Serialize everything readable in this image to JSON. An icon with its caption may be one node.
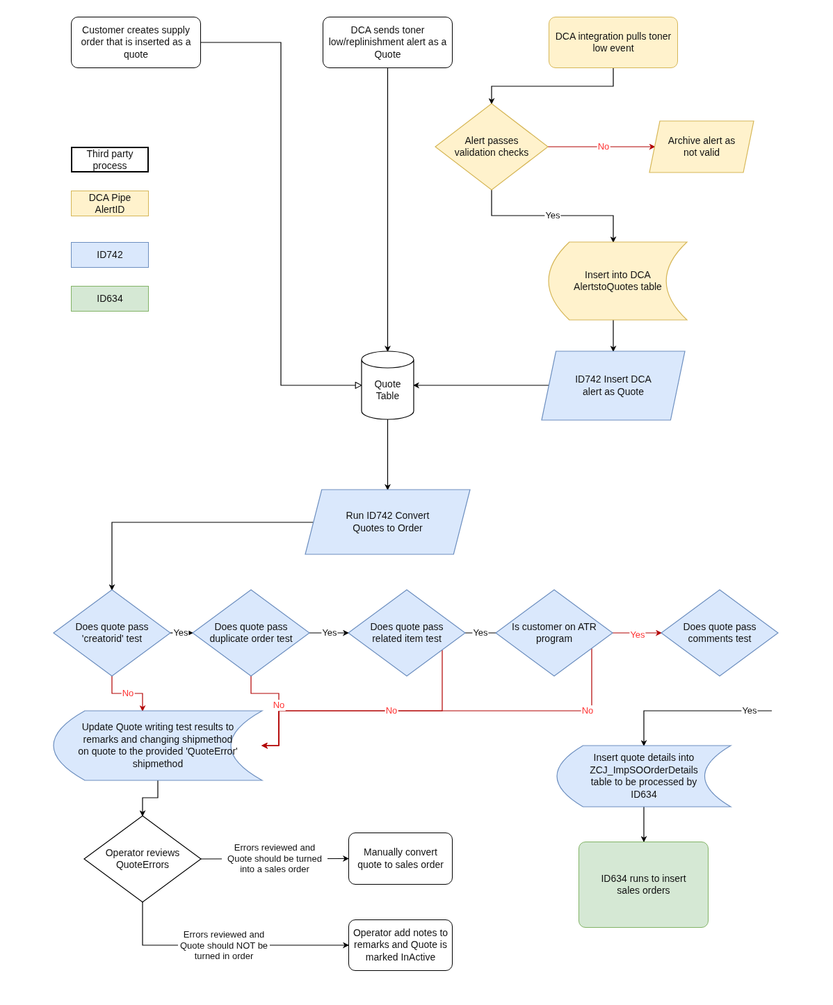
{
  "diagram": {
    "nodes": [
      {
        "text": [
          "Customer creates supply order that is inserted as a quote"
        ]
      },
      {
        "text": [
          "DCA sends toner low/replinishment alert as a Quote"
        ]
      },
      {
        "text": [
          "DCA integration pulls toner low event"
        ]
      },
      {
        "text": [
          "Alert passes validation checks"
        ]
      },
      {
        "text": [
          "Archive alert as not valid"
        ]
      },
      {
        "text": [
          "Insert into DCA AlertstoQuotes table"
        ]
      },
      {
        "text": [
          "Quote Table"
        ]
      },
      {
        "text": [
          "ID742 Insert DCA alert as Quote"
        ]
      },
      {
        "text": [
          "Run ID742 Convert Quotes to Order"
        ]
      },
      {
        "text": [
          "Does quote pass 'creatorid' test"
        ]
      },
      {
        "text": [
          "Does quote pass duplicate order test"
        ]
      },
      {
        "text": [
          "Does quote pass related item test"
        ]
      },
      {
        "text": [
          "Is customer on ATR program"
        ]
      },
      {
        "text": [
          "Does quote pass comments test"
        ]
      },
      {
        "text": [
          "Update Quote writing test results to remarks and changing shipmethod on quote to the provided 'QuoteError' shipmethod"
        ]
      },
      {
        "text": [
          "Insert quote details into ZCJ_ImpSOOrderDetails table to be processed by ID634"
        ]
      },
      {
        "text": [
          "ID634 runs to insert sales orders"
        ]
      },
      {
        "text": [
          "Operator reviews QuoteErrors"
        ]
      },
      {
        "text": [
          "Manually convert quote to sales order"
        ]
      },
      {
        "text": [
          "Operator add notes to remarks and Quote is marked InActive"
        ]
      }
    ],
    "edges": [
      {
        "from": 2,
        "to": 3,
        "arrow": "to"
      },
      {
        "from": 3,
        "to": 4,
        "arrow": "to",
        "label": "No",
        "color": "#b20000"
      },
      {
        "from": 3,
        "to": 5,
        "arrow": "to",
        "label": "Yes"
      },
      {
        "from": 1,
        "to": 6,
        "arrow": "to"
      },
      {
        "from": 0,
        "to": 6,
        "arrow": "to"
      },
      {
        "from": 5,
        "to": 7,
        "arrow": "to"
      },
      {
        "from": 7,
        "to": 6,
        "arrow": "to"
      },
      {
        "from": 6,
        "to": 8,
        "arrow": "to"
      },
      {
        "from": 8,
        "to": 9,
        "arrow": "to"
      },
      {
        "from": 9,
        "to": 10,
        "arrow": "to",
        "label": "Yes"
      },
      {
        "from": 10,
        "to": 11,
        "arrow": "to",
        "label": "Yes"
      },
      {
        "from": 11,
        "to": 12,
        "arrow": "none",
        "label": "Yes"
      },
      {
        "from": 12,
        "to": 13,
        "arrow": "to",
        "label": "Yes",
        "color": "#b20000"
      },
      {
        "from": 9,
        "to": 14,
        "arrow": "to",
        "label": "No",
        "color": "#b20000"
      },
      {
        "from": 10,
        "to": 14,
        "arrow": "to",
        "label": "No",
        "color": "#b20000"
      },
      {
        "from": 11,
        "to": 14,
        "arrow": "to",
        "label": "No",
        "color": "#b20000"
      },
      {
        "from": 12,
        "to": 14,
        "arrow": "to",
        "label": "No",
        "color": "#b20000"
      },
      {
        "from": null,
        "to": 15,
        "arrow": "to",
        "label": "Yes"
      },
      {
        "from": 15,
        "to": 16,
        "arrow": "to"
      },
      {
        "from": 14,
        "to": 17,
        "arrow": "to"
      },
      {
        "from": 17,
        "to": 18,
        "arrow": "to",
        "label": "Errors reviewed and Quote should be turned into a sales order"
      },
      {
        "from": 17,
        "to": 19,
        "arrow": "to",
        "label": "Errors reviewed and Quote should NOT be turned in order"
      }
    ],
    "legend": [
      {
        "text": "Third party process",
        "color": "#ffffff"
      },
      {
        "text": "DCA Pipe AlertID",
        "color": "#fff2cc"
      },
      {
        "text": "ID742",
        "color": "#dae8fc"
      },
      {
        "text": "ID634",
        "color": "#d5e8d4"
      }
    ]
  }
}
